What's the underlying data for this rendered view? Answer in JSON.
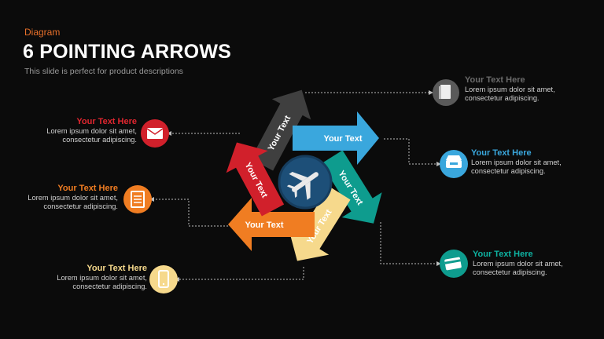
{
  "header": {
    "category": "Diagram",
    "title": "6 POINTING ARROWS",
    "subtitle": "This slide is perfect for product descriptions"
  },
  "arrows": [
    {
      "label": "Your Text",
      "color": "#3f3f3f"
    },
    {
      "label": "Your Text",
      "color": "#3aa7dd"
    },
    {
      "label": "Your Text",
      "color": "#0e9c8e"
    },
    {
      "label": "Your Text",
      "color": "#f6d98c"
    },
    {
      "label": "Your Text",
      "color": "#f07d22"
    },
    {
      "label": "Your Text",
      "color": "#d1202b"
    }
  ],
  "center": {
    "icon": "airplane-icon",
    "color": "#1d4f78"
  },
  "items": [
    {
      "title": "Your Text Here",
      "line1": "Lorem ipsum dolor sit amet,",
      "line2": "consectetur  adipiscing.",
      "color": "#777777",
      "icon": "book-icon"
    },
    {
      "title": "Your Text Here",
      "line1": "Lorem ipsum dolor sit amet,",
      "line2": "consectetur  adipiscing.",
      "color": "#3aa7dd",
      "icon": "inbox-tray-icon"
    },
    {
      "title": "Your Text Here",
      "line1": "Lorem ipsum dolor sit amet,",
      "line2": "consectetur  adipiscing.",
      "color": "#0e9c8e",
      "icon": "credit-card-icon"
    },
    {
      "title": "Your Text Here",
      "line1": "Lorem ipsum dolor sit amet,",
      "line2": "consectetur  adipiscing.",
      "color": "#d1202b",
      "icon": "envelope-icon"
    },
    {
      "title": "Your Text Here",
      "line1": "Lorem ipsum dolor sit amet,",
      "line2": "consectetur  adipiscing.",
      "color": "#f07d22",
      "icon": "document-icon"
    },
    {
      "title": "Your Text Here",
      "line1": "Lorem ipsum dolor sit amet,",
      "line2": "consectetur  adipiscing.",
      "color": "#f6d98c",
      "icon": "smartphone-icon"
    }
  ]
}
